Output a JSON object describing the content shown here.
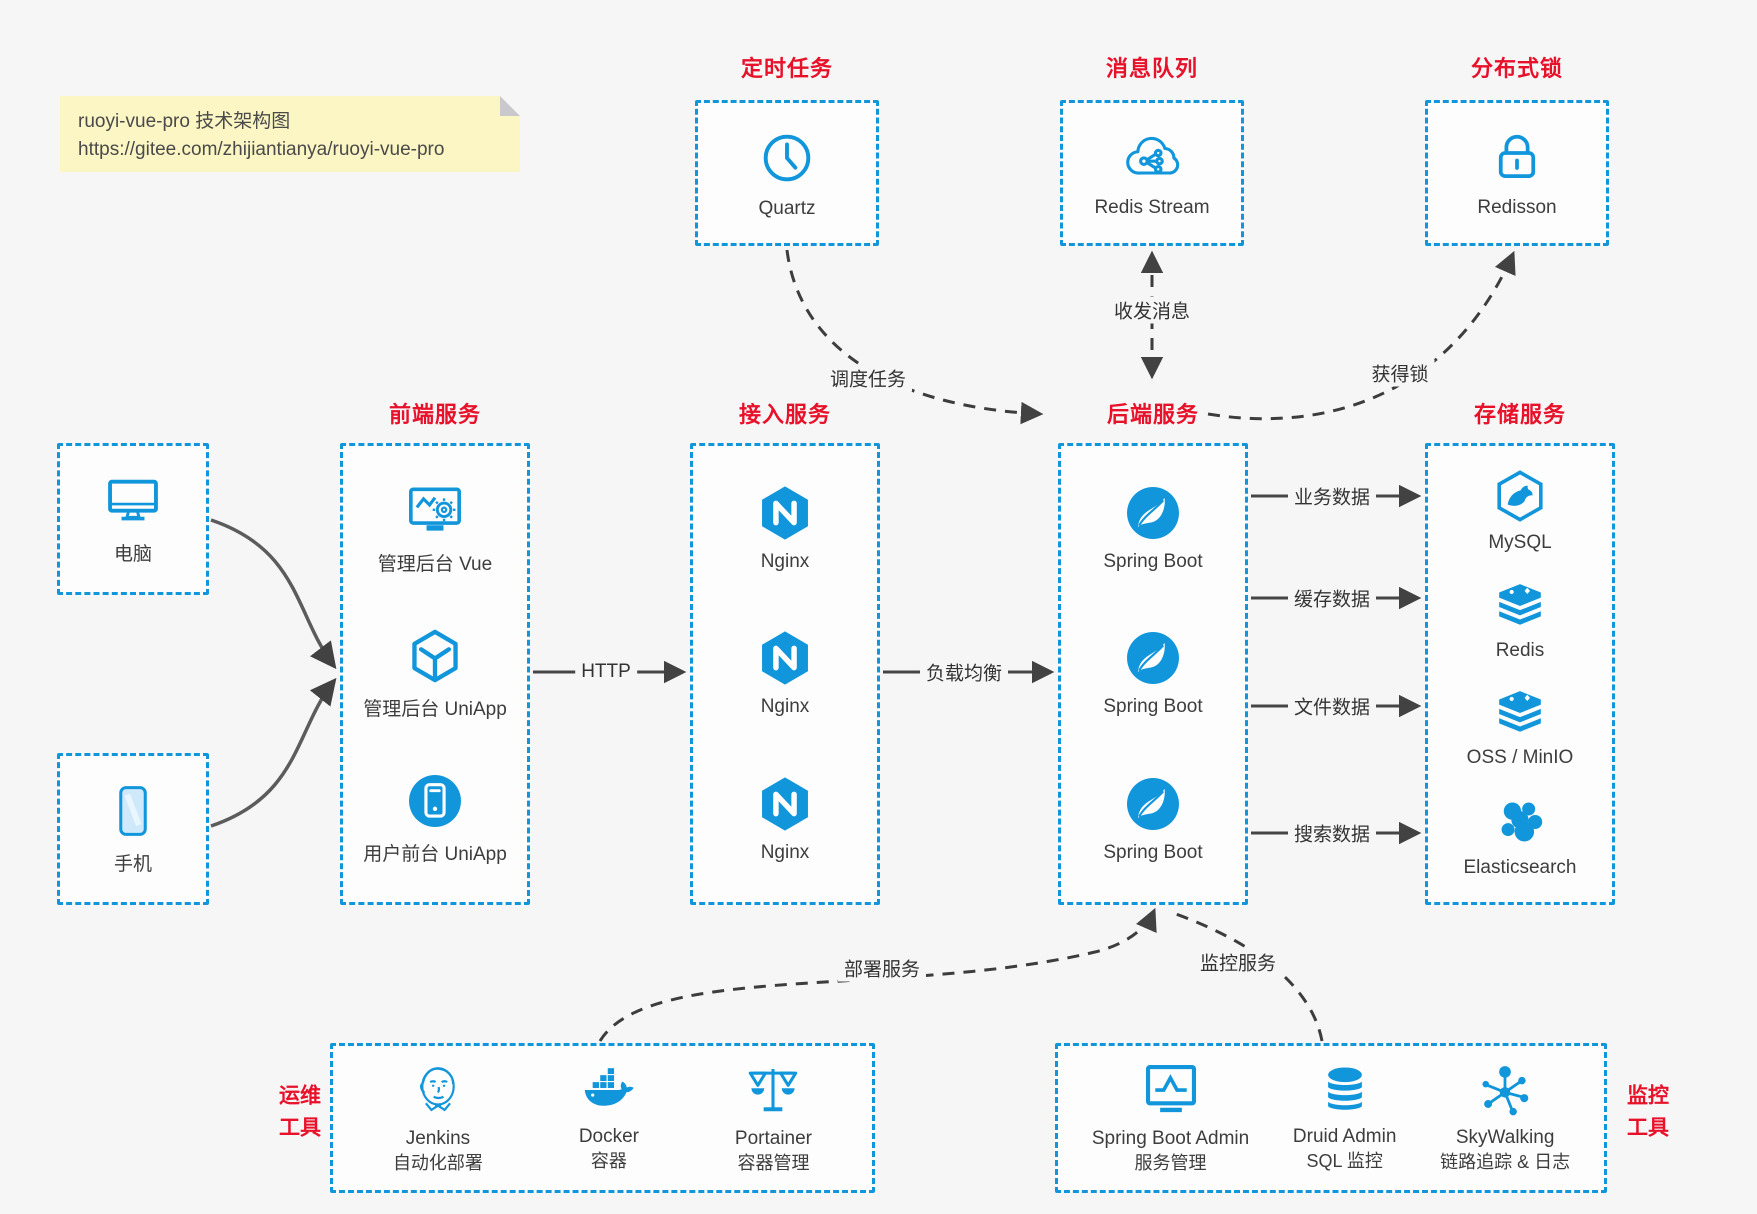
{
  "note": {
    "line1": "ruoyi-vue-pro 技术架构图",
    "line2": "https://gitee.com/zhijiantianya/ruoyi-vue-pro"
  },
  "top_services": [
    {
      "title": "定时任务",
      "label": "Quartz",
      "icon": "clock-icon"
    },
    {
      "title": "消息队列",
      "label": "Redis Stream",
      "icon": "cloud-share-icon"
    },
    {
      "title": "分布式锁",
      "label": "Redisson",
      "icon": "lock-icon"
    }
  ],
  "clients": [
    {
      "label": "电脑",
      "icon": "computer-icon"
    },
    {
      "label": "手机",
      "icon": "phone-icon"
    }
  ],
  "frontend": {
    "title": "前端服务",
    "items": [
      {
        "label": "管理后台 Vue",
        "icon": "admin-vue-icon"
      },
      {
        "label": "管理后台 UniApp",
        "icon": "uniapp-cube-icon"
      },
      {
        "label": "用户前台 UniApp",
        "icon": "user-app-icon"
      }
    ]
  },
  "gateway": {
    "title": "接入服务",
    "items": [
      {
        "label": "Nginx",
        "icon": "nginx-icon"
      },
      {
        "label": "Nginx",
        "icon": "nginx-icon"
      },
      {
        "label": "Nginx",
        "icon": "nginx-icon"
      }
    ]
  },
  "backend": {
    "title": "后端服务",
    "items": [
      {
        "label": "Spring Boot",
        "icon": "spring-icon"
      },
      {
        "label": "Spring Boot",
        "icon": "spring-icon"
      },
      {
        "label": "Spring Boot",
        "icon": "spring-icon"
      }
    ]
  },
  "storage": {
    "title": "存储服务",
    "items": [
      {
        "label": "MySQL",
        "icon": "mysql-icon"
      },
      {
        "label": "Redis",
        "icon": "redis-stack-icon"
      },
      {
        "label": "OSS / MinIO",
        "icon": "oss-stack-icon"
      },
      {
        "label": "Elasticsearch",
        "icon": "elasticsearch-icon"
      }
    ]
  },
  "ops": {
    "title_line1": "运维",
    "title_line2": "工具",
    "items": [
      {
        "name": "Jenkins",
        "desc": "自动化部署",
        "icon": "jenkins-icon"
      },
      {
        "name": "Docker",
        "desc": "容器",
        "icon": "docker-icon"
      },
      {
        "name": "Portainer",
        "desc": "容器管理",
        "icon": "portainer-icon"
      }
    ]
  },
  "monitor": {
    "title_line1": "监控",
    "title_line2": "工具",
    "items": [
      {
        "name": "Spring Boot Admin",
        "desc": "服务管理",
        "icon": "spring-boot-admin-icon"
      },
      {
        "name": "Druid Admin",
        "desc": "SQL 监控",
        "icon": "druid-db-icon"
      },
      {
        "name": "SkyWalking",
        "desc": "链路追踪 & 日志",
        "icon": "skywalking-icon"
      }
    ]
  },
  "edges": {
    "http": "HTTP",
    "load_balance": "负载均衡",
    "business_data": "业务数据",
    "cache_data": "缓存数据",
    "file_data": "文件数据",
    "search_data": "搜索数据",
    "schedule": "调度任务",
    "message": "收发消息",
    "lock": "获得锁",
    "deploy": "部署服务",
    "monitoring": "监控服务"
  },
  "colors": {
    "accent_blue": "#1296db",
    "accent_red": "#e8112a",
    "arrow_gray": "#454545",
    "note_bg": "#fbf6c3",
    "canvas_bg": "#f6f6f7"
  }
}
